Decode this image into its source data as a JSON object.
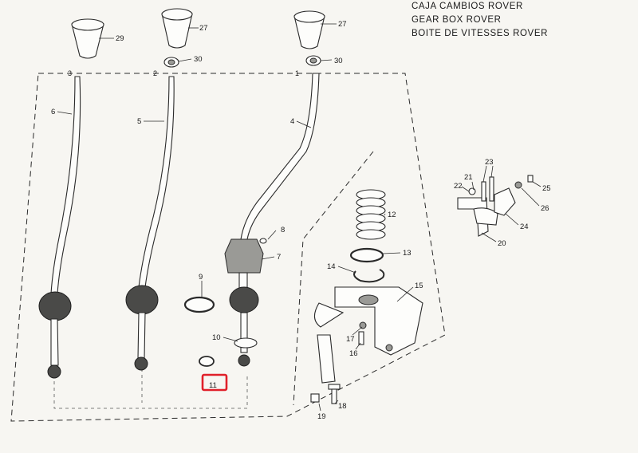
{
  "title_lines": [
    "CAJA CAMBIOS ROVER",
    "GEAR BOX ROVER",
    "BOITE DE VITESSES ROVER"
  ],
  "position_labels": [
    "3",
    "2",
    "1"
  ],
  "callouts": {
    "c29": "29",
    "c27a": "27",
    "c27b": "27",
    "c30a": "30",
    "c30b": "30",
    "c6": "6",
    "c5": "5",
    "c4": "4",
    "c8": "8",
    "c7": "7",
    "c9": "9",
    "c10": "10",
    "c11": "11",
    "c12": "12",
    "c13": "13",
    "c14": "14",
    "c15": "15",
    "c16": "16",
    "c17": "17",
    "c18": "18",
    "c19": "19",
    "c20": "20",
    "c21": "21",
    "c22": "22",
    "c23": "23",
    "c24": "24",
    "c25": "25",
    "c26": "26"
  },
  "highlight": {
    "target": "11",
    "color": "#e0202a"
  }
}
